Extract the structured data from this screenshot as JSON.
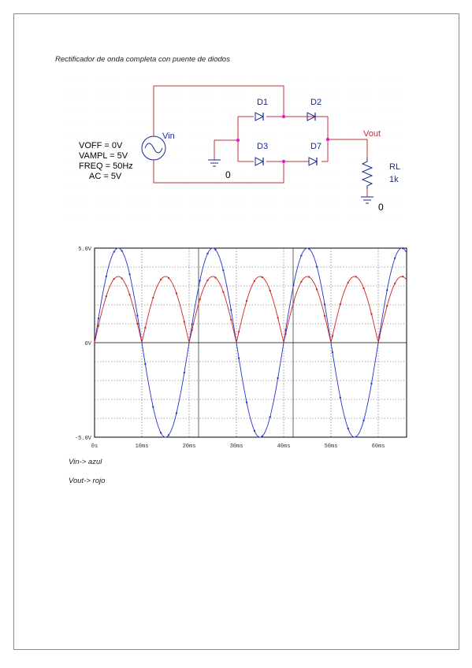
{
  "title": "Rectificador de onda completa con puente de diodos",
  "schematic": {
    "source_label": "Vin",
    "source_params": [
      "VOFF = 0V",
      "VAMPL = 5V",
      "FREQ = 50Hz",
      "AC = 5V"
    ],
    "diodes": [
      "D1",
      "D2",
      "D3",
      "D7"
    ],
    "output_label": "Vout",
    "resistor_name": "RL",
    "resistor_value": "1k",
    "ground_label_1": "0",
    "ground_label_2": "0",
    "colors": {
      "wire": "#c0303a",
      "component": "#1a2a8a",
      "node": "#e020d0",
      "text": "#000000"
    }
  },
  "chart_data": {
    "type": "line",
    "x_ticks": [
      "0s",
      "10ms",
      "20ms",
      "30ms",
      "40ms",
      "50ms",
      "60ms"
    ],
    "y_ticks": [
      "5.0V",
      "0V",
      "-5.0V"
    ],
    "xlim": [
      0,
      66
    ],
    "ylim": [
      -5,
      5
    ],
    "grid": true,
    "series": [
      {
        "name": "",
        "color": "#2233cc",
        "kind": "sine",
        "amplitude": 5,
        "frequency_hz": 50
      },
      {
        "name": "",
        "color": "#cc2222",
        "kind": "rectified",
        "amplitude": 3.5,
        "frequency_hz": 50
      }
    ]
  },
  "notes": [
    "Vin-> azul",
    "Vout-> rojo"
  ]
}
